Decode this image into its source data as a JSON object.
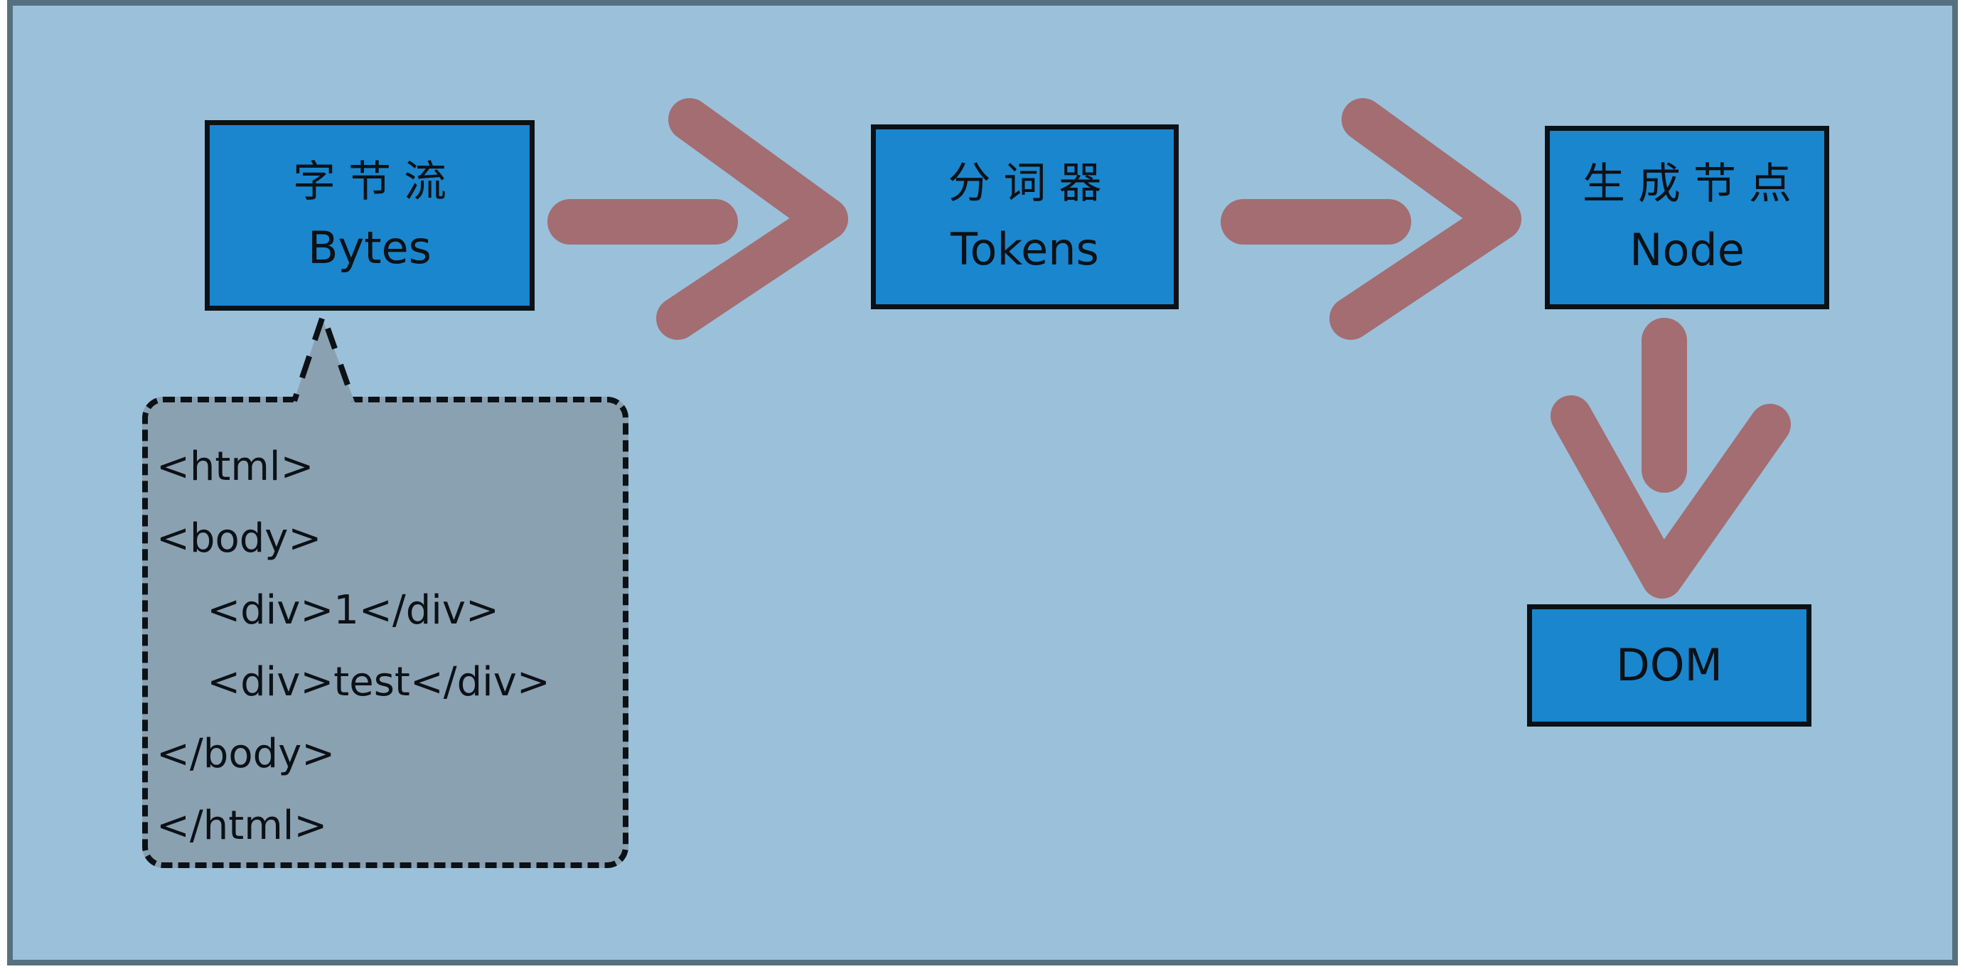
{
  "diagram": {
    "type": "flow-diagram",
    "description": "DOM construction flow: byte stream to tokens to nodes to DOM",
    "colors": {
      "background": "#9bc0da",
      "frame_border": "#56707f",
      "box_fill": "#1a86ce",
      "box_border": "#0c1116",
      "arrow": "#a36d71",
      "bubble_fill": "#8aa1b1",
      "bubble_border": "#0c1116",
      "text": "#0c1116"
    },
    "boxes": {
      "bytes": {
        "zh": "字节流",
        "en": "Bytes"
      },
      "tokens": {
        "zh": "分词器",
        "en": "Tokens"
      },
      "node": {
        "zh": "生成节点",
        "en": "Node"
      },
      "dom": {
        "en": "DOM"
      }
    },
    "arrows": [
      {
        "name": "bytes-to-tokens",
        "direction": "right"
      },
      {
        "name": "tokens-to-node",
        "direction": "right"
      },
      {
        "name": "node-to-dom",
        "direction": "down"
      }
    ],
    "code_bubble": {
      "attached_to": "bytes",
      "lines": [
        "<html>",
        "<body>",
        "    <div>1</div>",
        "    <div>test</div>",
        "</body>",
        "</html>"
      ]
    }
  }
}
